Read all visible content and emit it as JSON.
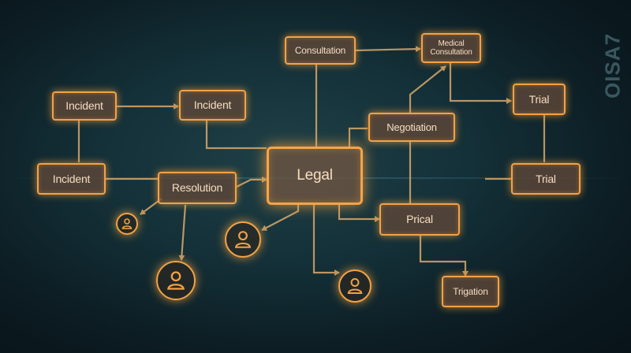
{
  "diagram": {
    "watermark": "OISA7",
    "nodes": {
      "incident_top": "Incident",
      "incident_mid": "Incident",
      "incident_left": "Incident",
      "resolution": "Resolution",
      "consultation": "Consultation",
      "medical_consultation": "Medical Consultation",
      "negotiation": "Negotiation",
      "legal": "Legal",
      "prical": "Prical",
      "trial_top": "Trial",
      "trial_bottom": "Trial",
      "trigation": "Trigation"
    },
    "icons": [
      "person-icon",
      "person-icon",
      "person-icon",
      "person-icon"
    ],
    "colors": {
      "accent": "#f2a246",
      "background": "#143038",
      "node_fill": "#604838",
      "text": "#f6dcc0"
    }
  }
}
